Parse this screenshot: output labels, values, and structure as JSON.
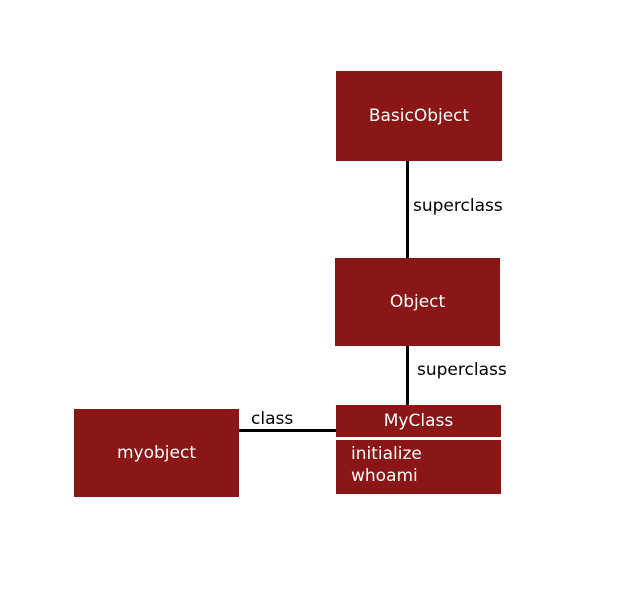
{
  "nodes": {
    "basic_object": "BasicObject",
    "object": "Object",
    "myobject": "myobject",
    "myclass": {
      "name": "MyClass",
      "methods": [
        "initialize",
        "whoami"
      ]
    }
  },
  "edges": {
    "basic_object_to_object": "superclass",
    "object_to_myclass": "superclass",
    "myobject_to_myclass": "class"
  },
  "colors": {
    "node_fill": "#8b1616",
    "node_text": "#ffffff",
    "line": "#000000",
    "background": "#ffffff"
  }
}
